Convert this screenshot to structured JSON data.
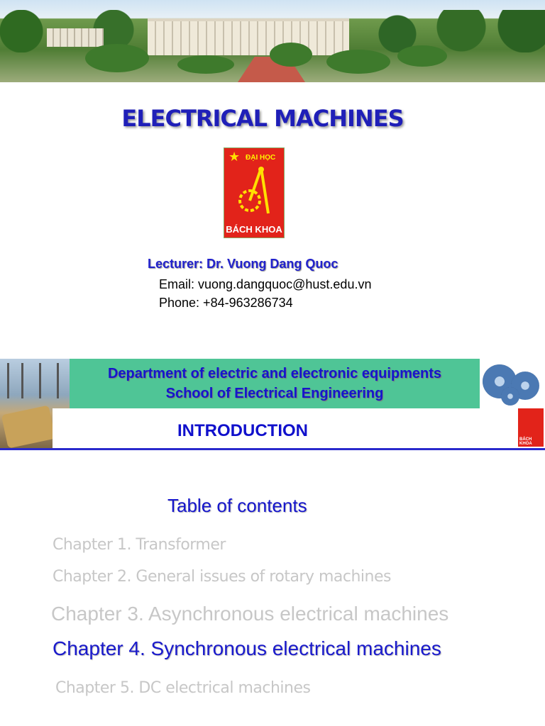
{
  "slide1": {
    "title": "ELECTRICAL MACHINES",
    "logo": {
      "top_text": "ĐẠI HỌC",
      "bottom_text": "BÁCH KHOA"
    },
    "lecturer": "Lecturer:  Dr. Vuong Dang Quoc",
    "email": "Email: vuong.dangquoc@hust.edu.vn",
    "phone": "Phone: +84-963286734"
  },
  "slide2": {
    "department": "Department of electric and electronic equipments",
    "school": "School of Electrical Engineering",
    "section": "INTRODUCTION",
    "logo_text": "BÁCH KHOA",
    "toc_title": "Table of contents",
    "chapters": [
      "Chapter 1. Transformer",
      "Chapter 2. General issues of rotary machines",
      "Chapter 3. Asynchronous electrical machines",
      "Chapter 4. Synchronous electrical machines",
      "Chapter 5. DC electrical machines"
    ]
  },
  "colors": {
    "accent": "#1515cc",
    "dept_band": "#4fc596",
    "logo_red": "#e2231a",
    "inactive": "#c7c7c7"
  }
}
